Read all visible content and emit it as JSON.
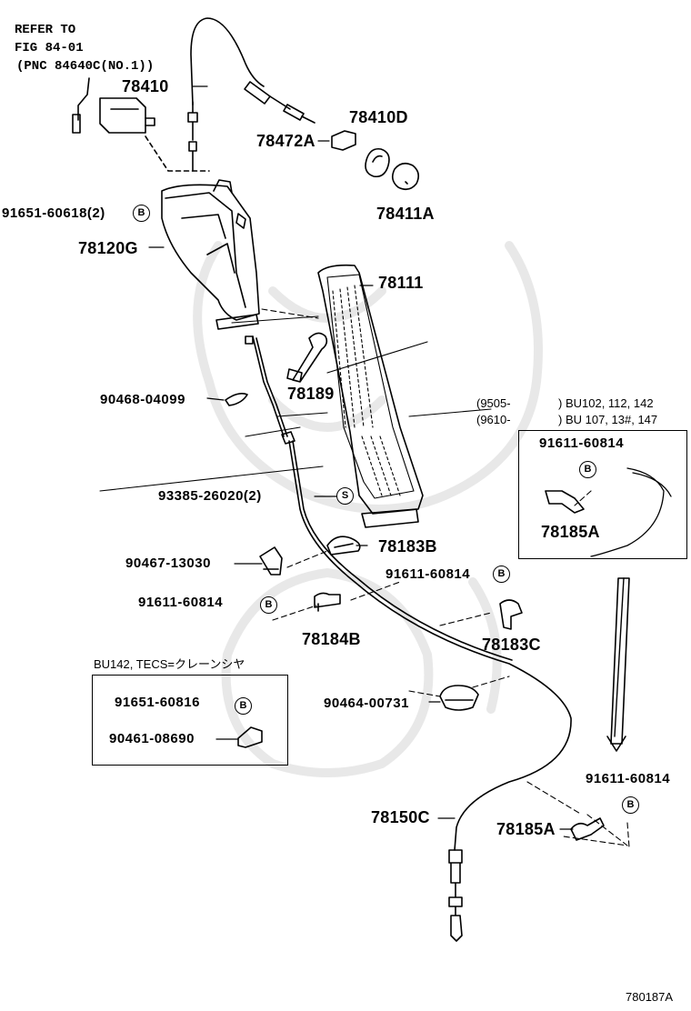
{
  "refer": {
    "line1": "REFER TO",
    "line2": "FIG 84-01",
    "line3": "(PNC 84640C(NO.1))"
  },
  "labels": {
    "p78410": "78410",
    "p78472A": "78472A",
    "p78410D": "78410D",
    "p78411A": "78411A",
    "p91651_60618": "91651-60618(2)",
    "p78120G": "78120G",
    "p78111": "78111",
    "p78189": "78189",
    "p90468_04099": "90468-04099",
    "p93385_26020": "93385-26020(2)",
    "p78183B": "78183B",
    "p90467_13030": "90467-13030",
    "p91611_60814_mid": "91611-60814",
    "p91611_60814_left": "91611-60814",
    "p78184B": "78184B",
    "p78183C": "78183C",
    "p90464_00731": "90464-00731",
    "p78150C": "78150C",
    "p78185A_bottom": "78185A",
    "p91611_60814_bottom": "91611-60814",
    "p91611_60814_inset": "91611-60814",
    "p78185A_inset": "78185A"
  },
  "marks": {
    "b": "B",
    "s": "S"
  },
  "applicability": {
    "row1_date": "(9505-",
    "row1_models": ") BU102, 112, 142",
    "row2_date": "(9610-",
    "row2_models": ") BU 107, 13#, 147"
  },
  "left_box": {
    "title": "BU142, TECS=クレーンシヤ",
    "p91651_60816": "91651-60816",
    "p90461_08690": "90461-08690"
  },
  "figure_code": "780187A"
}
